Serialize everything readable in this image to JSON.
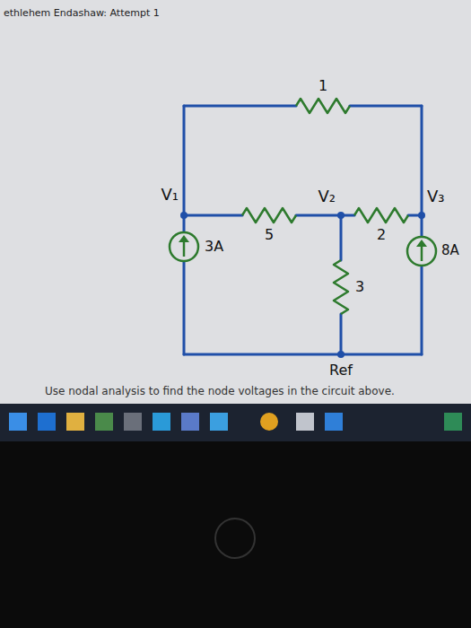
{
  "diagram": {
    "caption": "Use nodal analysis to find the node voltages in the circuit above.",
    "labels": [
      "ethlehem Endashaw: Attempt 1",
      "V₁",
      "1",
      "V₂",
      "5",
      "2",
      "V₃",
      "3A",
      "3",
      "Ref",
      "8A"
    ]
  }
}
